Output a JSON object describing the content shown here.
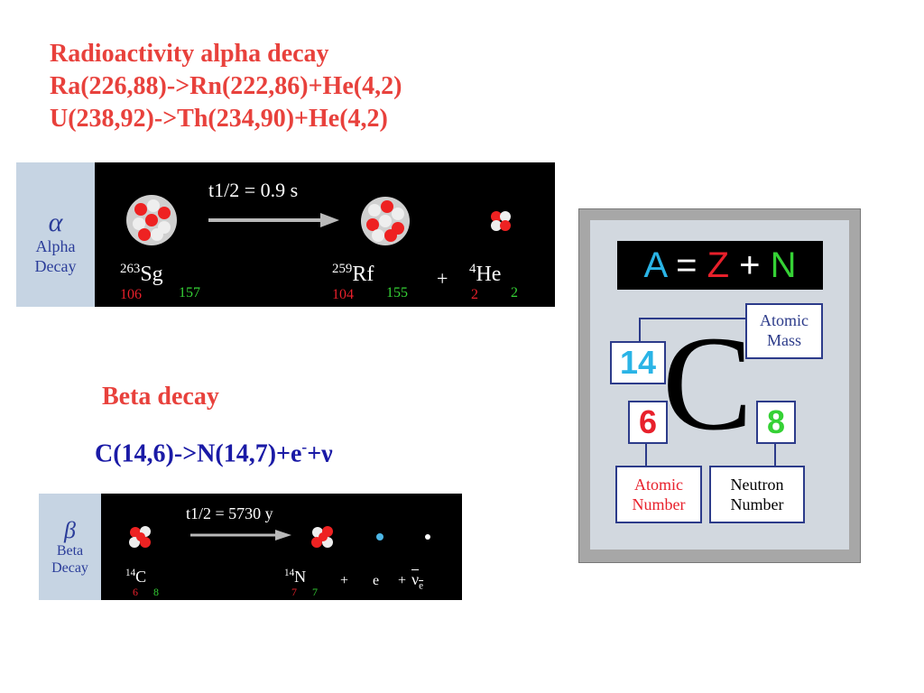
{
  "title_lines": [
    "Radioactivity alpha decay",
    "Ra(226,88)->Rn(222,86)+He(4,2)",
    "U(238,92)->Th(234,90)+He(4,2)"
  ],
  "alpha_panel": {
    "symbol": "α",
    "label_line1": "Alpha",
    "label_line2": "Decay",
    "halflife": "t1/2 = 0.9 s",
    "parent": {
      "mass": "263",
      "symbol": "Sg",
      "z": "106",
      "n": "157"
    },
    "daughter": {
      "mass": "259",
      "symbol": "Rf",
      "z": "104",
      "n": "155"
    },
    "plus": "+",
    "emitted": {
      "mass": "4",
      "symbol": "He",
      "z": "2",
      "n": "2"
    }
  },
  "beta_heading": "Beta decay",
  "beta_equation": {
    "base": "C(14,6)->N(14,7)+e",
    "sup": "-",
    "tail": "+ν"
  },
  "beta_panel": {
    "symbol": "β",
    "label_line1": "Beta",
    "label_line2": "Decay",
    "halflife": "t1/2 = 5730 y",
    "parent": {
      "mass": "14",
      "symbol": "C",
      "z": "6",
      "n": "8"
    },
    "daughter": {
      "mass": "14",
      "symbol": "N",
      "z": "7",
      "n": "7"
    },
    "plus1": "+",
    "electron": "e",
    "plus2": "+",
    "neutrino": "ν",
    "neutrino_sub": "e"
  },
  "azn_diagram": {
    "formula": {
      "a": "A",
      "eq": "=",
      "z": "Z",
      "plus": "+",
      "n": "N"
    },
    "mass_number": "14",
    "element": "C",
    "atomic_number": "6",
    "neutron_number": "8",
    "atomic_mass_label": [
      "Atomic",
      "Mass"
    ],
    "atomic_number_label": [
      "Atomic",
      "Number"
    ],
    "neutron_number_label": [
      "Neutron",
      "Number"
    ]
  },
  "colors": {
    "title_red": "#e8413c",
    "equation_navy": "#1a1aa6",
    "z_red": "#e8202b",
    "n_green": "#35d135",
    "a_cyan": "#2ab4e6"
  }
}
